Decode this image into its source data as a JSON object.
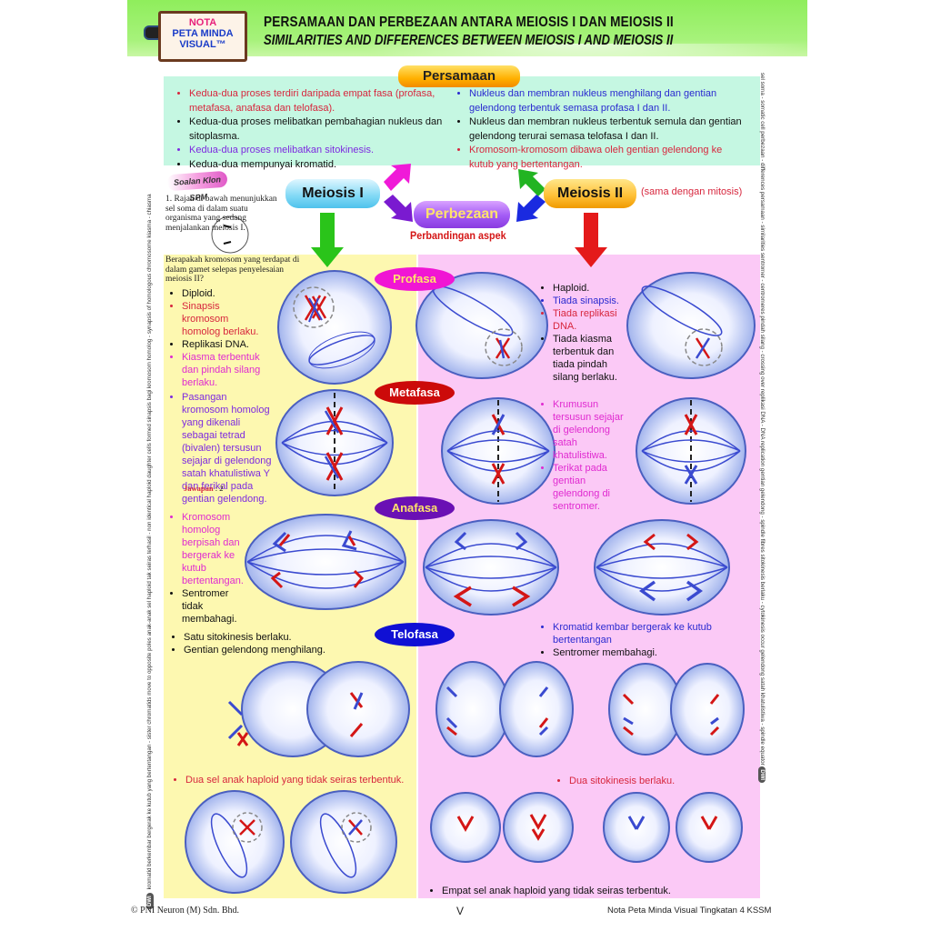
{
  "header": {
    "logo": {
      "line1": "NOTA",
      "line2": "PETA MINDA",
      "line3": "VISUAL™"
    },
    "title_ms": "PERSAMAAN DAN PERBEZAAN ANTARA MEIOSIS I DAN MEIOSIS II",
    "title_en": "SIMILARITIES AND DIFFERENCES BETWEEN MEIOSIS I AND MEIOSIS II"
  },
  "side_text": {
    "left_badge": "DWI",
    "left": "kromatid berkembar bergerak ke kutub yang bertentangan - sister chromatids move to opposite poles   anak-anak sel haploid tak seiras terhasil - non identical haploid daughter cells formed   sinapsis bagi kromosom homolog - synapsis of homologous chromosome   kiasma - chiasma",
    "right_badge": "DWI",
    "right": "sel soma - somatic cell   perbezaan - differences   persamaan - similarities   sentromer - centromeres   pindah silang - crossing over   replikasi DNA - DNA replication   gentian gelendong - spindle fibres   sitokinesis berlaku - cytokinesis occur   gelendong satah khatulistiwa - spindle equator"
  },
  "persamaan": {
    "label": "Persamaan",
    "left": [
      {
        "text": "Kedua-dua proses terdiri daripada empat fasa (profasa, metafasa, anafasa dan telofasa).",
        "color": "red"
      },
      {
        "text": "Kedua-dua proses melibatkan pembahagian nukleus dan sitoplasma.",
        "color": "black"
      },
      {
        "text": "Kedua-dua proses melibatkan sitokinesis.",
        "color": "purple"
      },
      {
        "text": "Kedua-dua mempunyai kromatid.",
        "color": "black"
      }
    ],
    "right": [
      {
        "text": "Nukleus dan membran nukleus menghilang dan gentian gelendong terbentuk semasa profasa I dan II.",
        "color": "blue"
      },
      {
        "text": "Nukleus dan membran nukleus terbentuk semula dan gentian gelendong terurai semasa telofasa I dan II.",
        "color": "black"
      },
      {
        "text": "Kromosom-kromosom dibawa oleh gentian gelendong ke kutub yang bertentangan.",
        "color": "red"
      }
    ]
  },
  "nodes": {
    "meiosis1": "Meiosis I",
    "meiosis2": "Meiosis II",
    "meiosis2_note": "(sama dengan mitosis)",
    "perbezaan": "Perbezaan",
    "perbandingan": "Perbandingan aspek"
  },
  "soalan": {
    "badge": "Soalan Klon SPM",
    "question": "1. Rajah di bawah menunjukkan sel soma di dalam suatu organisma yang sedang menjalankan meiosis I.",
    "followup": "Berapakah kromosom yang terdapat di dalam gamet selepas penyelesaian meiosis II?",
    "answer_label": "Jawapan",
    "answer_value": ": 2"
  },
  "phases": [
    "Profasa",
    "Metafasa",
    "Anafasa",
    "Telofasa"
  ],
  "meiosis1_notes": {
    "profasa": [
      {
        "text": "Diploid.",
        "color": "black"
      },
      {
        "text": "Sinapsis kromosom homolog berlaku.",
        "color": "red"
      },
      {
        "text": "Replikasi DNA.",
        "color": "black"
      },
      {
        "text": "Kiasma terbentuk dan pindah silang berlaku.",
        "color": "mag"
      }
    ],
    "metafasa": [
      {
        "text": "Pasangan kromosom homolog yang dikenali sebagai tetrad (bivalen) tersusun sejajar di gelendong satah khatulistiwa Y dan ferikal pada gentian gelendong.",
        "color": "purple"
      }
    ],
    "anafasa": [
      {
        "text": "Kromosom homolog berpisah dan bergerak ke kutub bertentangan.",
        "color": "mag"
      },
      {
        "text": "Sentromer tidak membahagi.",
        "color": "black"
      }
    ],
    "telofasa": [
      {
        "text": "Satu sitokinesis berlaku.",
        "color": "black"
      },
      {
        "text": "Gentian gelendong menghilang.",
        "color": "black"
      }
    ],
    "result": "Dua sel anak haploid yang tidak seiras terbentuk."
  },
  "meiosis2_notes": {
    "profasa": [
      {
        "text": "Haploid.",
        "color": "black"
      },
      {
        "text": "Tiada sinapsis.",
        "color": "blue"
      },
      {
        "text": "Tiada replikasi DNA.",
        "color": "red"
      },
      {
        "text": "Tiada kiasma terbentuk dan tiada pindah silang berlaku.",
        "color": "black"
      }
    ],
    "metafasa": [
      {
        "text": "Krumusun tersusun sejajar di gelendong satah khatulistiwa.",
        "color": "mag"
      },
      {
        "text": "Terikat pada gentian gelendong di sentromer.",
        "color": "mag"
      }
    ],
    "anafasa": [
      {
        "text": "Kromatid kembar bergerak ke kutub bertentangan",
        "color": "blue"
      },
      {
        "text": "Sentromer membahagi.",
        "color": "black"
      }
    ],
    "telofasa": [
      {
        "text": "Dua sitokinesis berlaku.",
        "color": "red"
      }
    ],
    "result": "Empat sel anak haploid yang tidak seiras terbentuk."
  },
  "footer": {
    "copyright": "© PNI Neuron (M) Sdn. Bhd.",
    "page": "V",
    "book": "Nota Peta Minda Visual Tingkatan 4 KSSM"
  },
  "colors": {
    "header_green": "#a6f27a",
    "persamaan_bg": "#c5f7e2",
    "meiosis1_bg": "#fdf8b0",
    "meiosis2_bg": "#fbc9f6",
    "red_text": "#d7263d",
    "blue_text": "#2a2ad0",
    "purple_text": "#7d2ae0",
    "magenta_text": "#e02ad0"
  }
}
